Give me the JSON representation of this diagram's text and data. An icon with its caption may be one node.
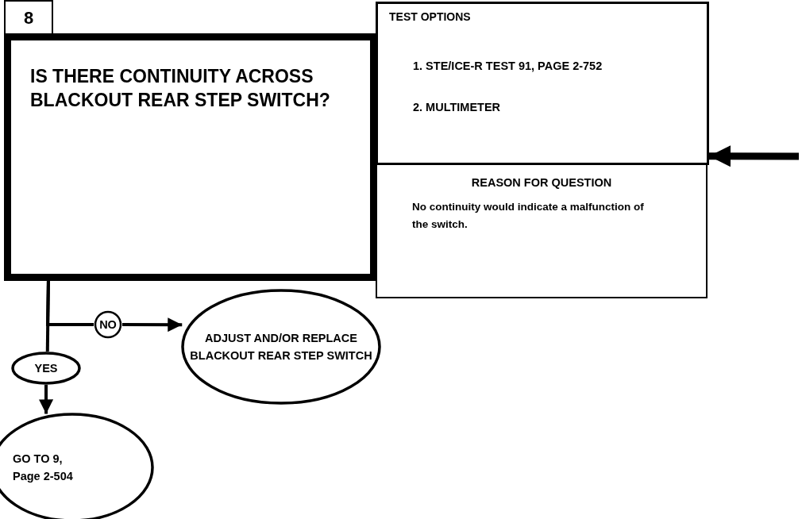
{
  "diagram": {
    "nodes": [
      {
        "text": [
          "8"
        ]
      },
      {
        "text": [
          "IS THERE CONTINUITY ACROSS BLACKOUT REAR STEP SWITCH?"
        ]
      },
      {
        "text": [
          "TEST OPTIONS",
          "1. STE/ICE-R TEST 91, PAGE 2-752",
          "2. MULTIMETER"
        ]
      },
      {
        "text": [
          "REASON FOR QUESTION",
          "No continuity would indicate a malfunction of the switch."
        ]
      },
      {
        "text": [
          "NO"
        ]
      },
      {
        "text": [
          "ADJUST AND/OR REPLACE BLACKOUT REAR STEP SWITCH"
        ]
      },
      {
        "text": [
          "YES"
        ]
      },
      {
        "text": [
          "GO TO 9, Page 2-504"
        ]
      }
    ],
    "edges": [
      {
        "from": null,
        "to": 2,
        "arrow": "to",
        "style": "thick"
      },
      {
        "from": 1,
        "to": 4,
        "arrow": "none"
      },
      {
        "from": 4,
        "to": 5,
        "arrow": "to"
      },
      {
        "from": 1,
        "to": 6,
        "arrow": "none"
      },
      {
        "from": 6,
        "to": 7,
        "arrow": "to"
      }
    ]
  }
}
